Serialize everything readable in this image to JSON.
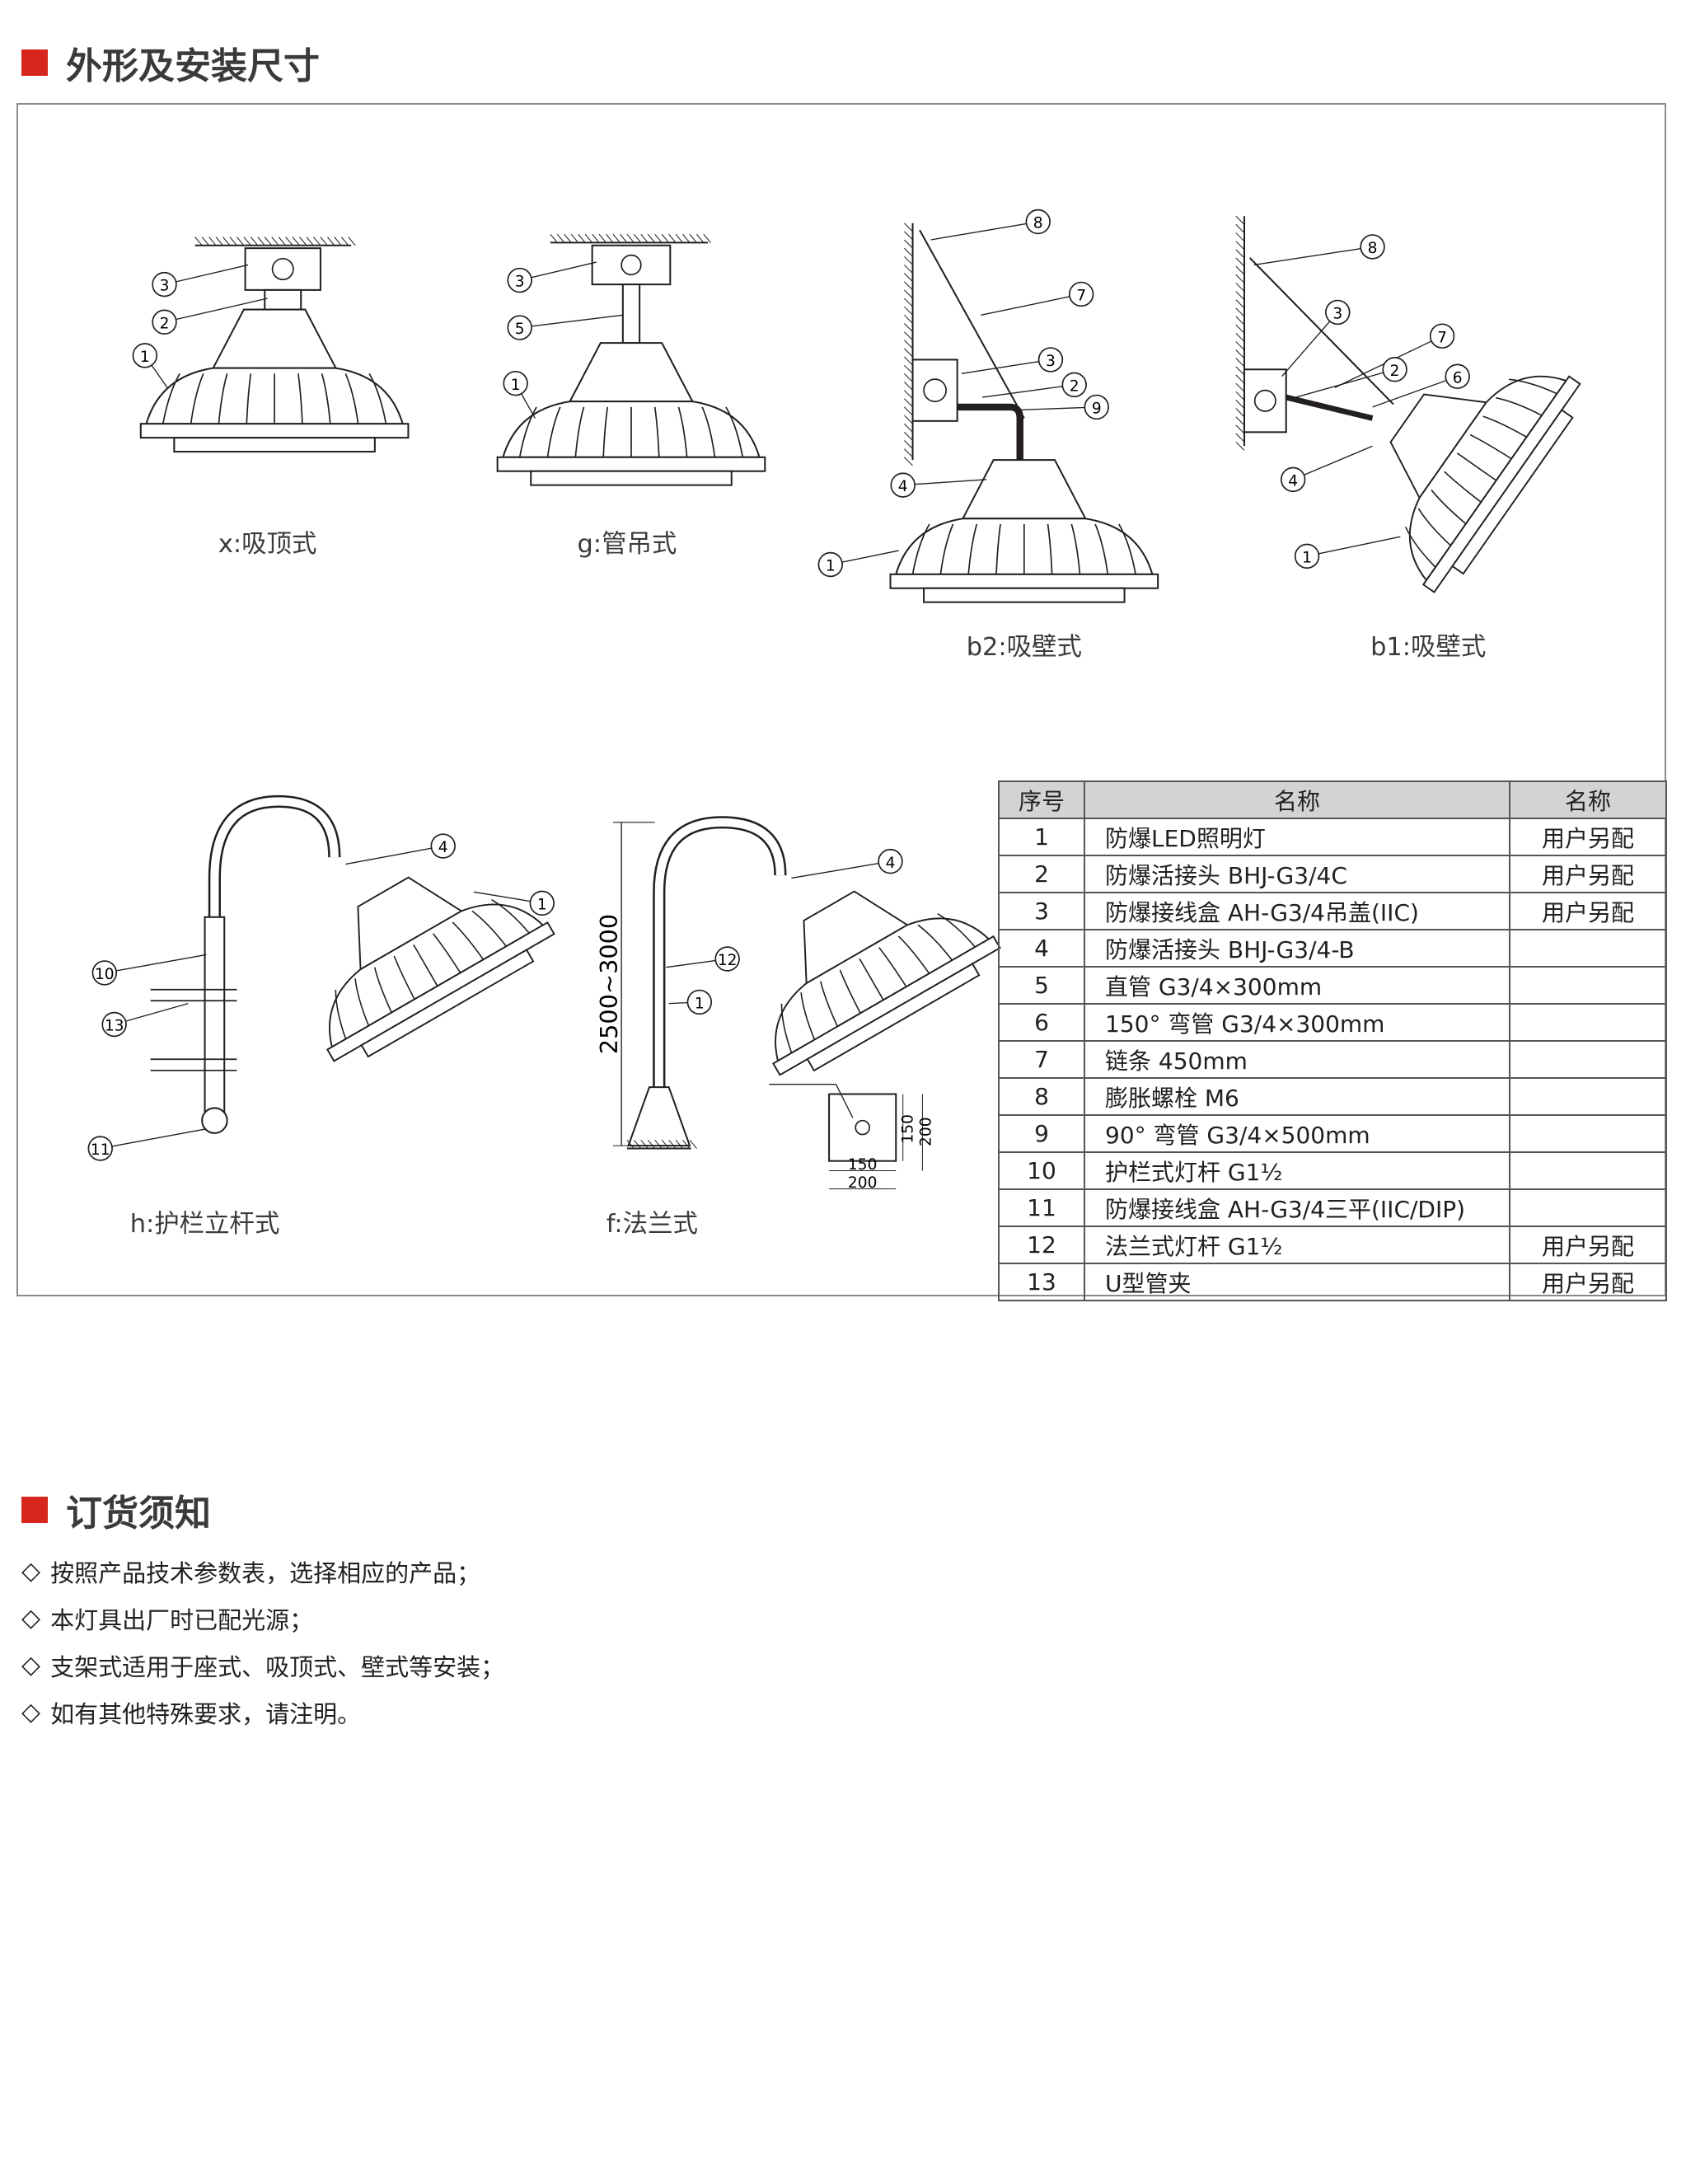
{
  "section1": {
    "title": "外形及安装尺寸"
  },
  "figures": [
    {
      "id": "x",
      "caption": "x:吸顶式",
      "callouts": [
        "3",
        "2",
        "1"
      ]
    },
    {
      "id": "g",
      "caption": "g:管吊式",
      "callouts": [
        "3",
        "5",
        "1"
      ]
    },
    {
      "id": "b2",
      "caption": "b2:吸壁式",
      "callouts": [
        "8",
        "7",
        "3",
        "2",
        "9",
        "4",
        "1"
      ]
    },
    {
      "id": "b1",
      "caption": "b1:吸壁式",
      "callouts": [
        "8",
        "3",
        "7",
        "2",
        "6",
        "4",
        "1"
      ]
    },
    {
      "id": "h",
      "caption": "h:护栏立杆式",
      "callouts": [
        "4",
        "1",
        "10",
        "13",
        "11"
      ]
    },
    {
      "id": "f",
      "caption": "f:法兰式",
      "callouts": [
        "4",
        "12",
        "1"
      ]
    }
  ],
  "dimensions": {
    "pole_height": "2500~3000",
    "flange_inner": "150",
    "flange_outer": "200"
  },
  "parts_table": {
    "headers": [
      "序号",
      "名称",
      "名称"
    ],
    "rows": [
      [
        "1",
        "防爆LED照明灯",
        "用户另配"
      ],
      [
        "2",
        "防爆活接头 BHJ-G3/4C",
        "用户另配"
      ],
      [
        "3",
        "防爆接线盒 AH-G3/4吊盖(IIC)",
        "用户另配"
      ],
      [
        "4",
        "防爆活接头 BHJ-G3/4-B",
        ""
      ],
      [
        "5",
        "直管 G3/4×300mm",
        ""
      ],
      [
        "6",
        "150°  弯管 G3/4×300mm",
        ""
      ],
      [
        "7",
        "链条 450mm",
        ""
      ],
      [
        "8",
        "膨胀螺栓 M6",
        ""
      ],
      [
        "9",
        "90°  弯管 G3/4×500mm",
        ""
      ],
      [
        "10",
        "护栏式灯杆 G1½",
        ""
      ],
      [
        "11",
        "防爆接线盒 AH-G3/4三平(IIC/DIP)",
        ""
      ],
      [
        "12",
        "法兰式灯杆 G1½",
        "用户另配"
      ],
      [
        "13",
        "U型管夹",
        "用户另配"
      ]
    ]
  },
  "section2": {
    "title": "订货须知",
    "bullet": "◇",
    "items": [
      "按照产品技术参数表，选择相应的产品；",
      "本灯具出厂时已配光源；",
      "支架式适用于座式、吸顶式、壁式等安装；",
      "如有其他特殊要求，请注明。"
    ]
  },
  "colors": {
    "accent": "#d7261e",
    "header_bg": "#d1d3d4",
    "frame": "#8a8a8a"
  }
}
